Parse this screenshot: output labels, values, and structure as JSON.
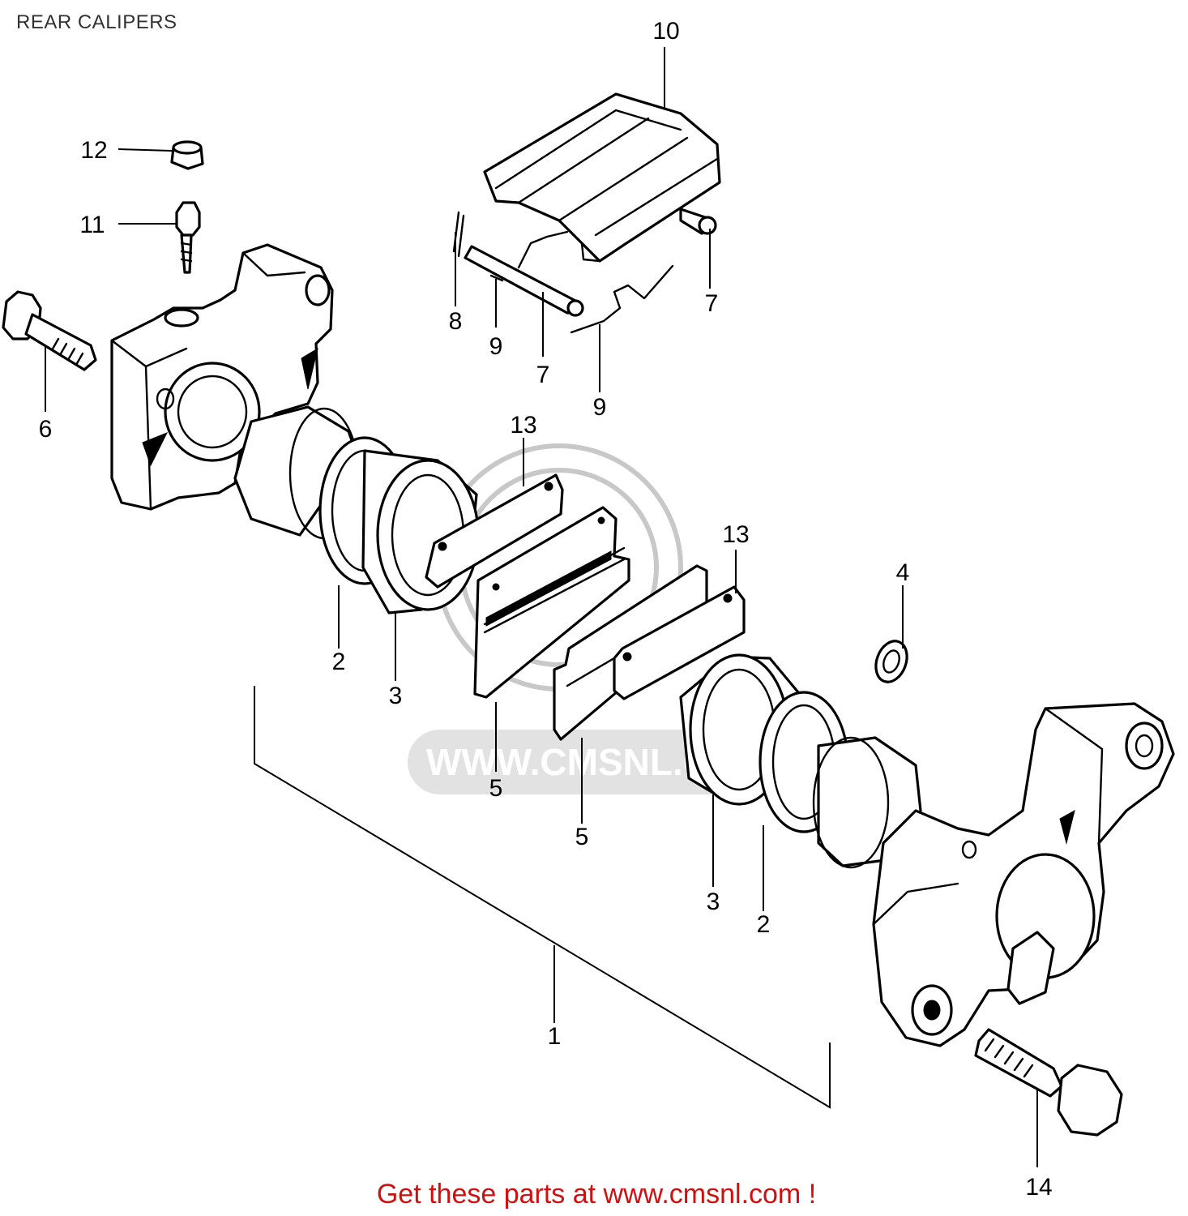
{
  "title": "REAR CALIPERS",
  "watermark": "WWW.CMSNL.COM",
  "footer": "Get these parts at www.cmsnl.com !",
  "colors": {
    "footer_text": "#d01010",
    "watermark": "#c8c8c8",
    "ink": "#000000"
  },
  "callouts": [
    {
      "id": "c10",
      "label": "10"
    },
    {
      "id": "c12",
      "label": "12"
    },
    {
      "id": "c11",
      "label": "11"
    },
    {
      "id": "c8",
      "label": "8"
    },
    {
      "id": "c9a",
      "label": "9"
    },
    {
      "id": "c7a",
      "label": "7"
    },
    {
      "id": "c9b",
      "label": "9"
    },
    {
      "id": "c7b",
      "label": "7"
    },
    {
      "id": "c6",
      "label": "6"
    },
    {
      "id": "c13a",
      "label": "13"
    },
    {
      "id": "c13b",
      "label": "13"
    },
    {
      "id": "c4",
      "label": "4"
    },
    {
      "id": "c2a",
      "label": "2"
    },
    {
      "id": "c3a",
      "label": "3"
    },
    {
      "id": "c5a",
      "label": "5"
    },
    {
      "id": "c5b",
      "label": "5"
    },
    {
      "id": "c3b",
      "label": "3"
    },
    {
      "id": "c2b",
      "label": "2"
    },
    {
      "id": "c1",
      "label": "1"
    },
    {
      "id": "c14",
      "label": "14"
    }
  ]
}
